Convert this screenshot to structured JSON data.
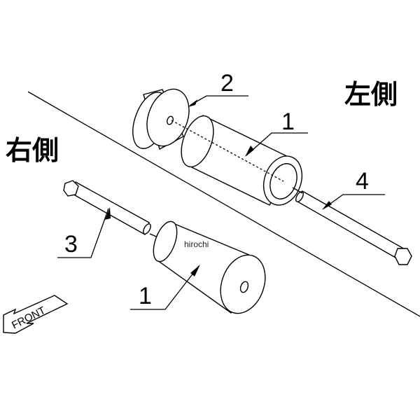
{
  "labels": {
    "left_side": "左側",
    "right_side": "右側",
    "part_2": "2",
    "part_1_upper": "1",
    "part_4": "4",
    "part_3": "3",
    "part_1_lower": "1",
    "watermark": "hirochi",
    "front": "FRONT"
  }
}
